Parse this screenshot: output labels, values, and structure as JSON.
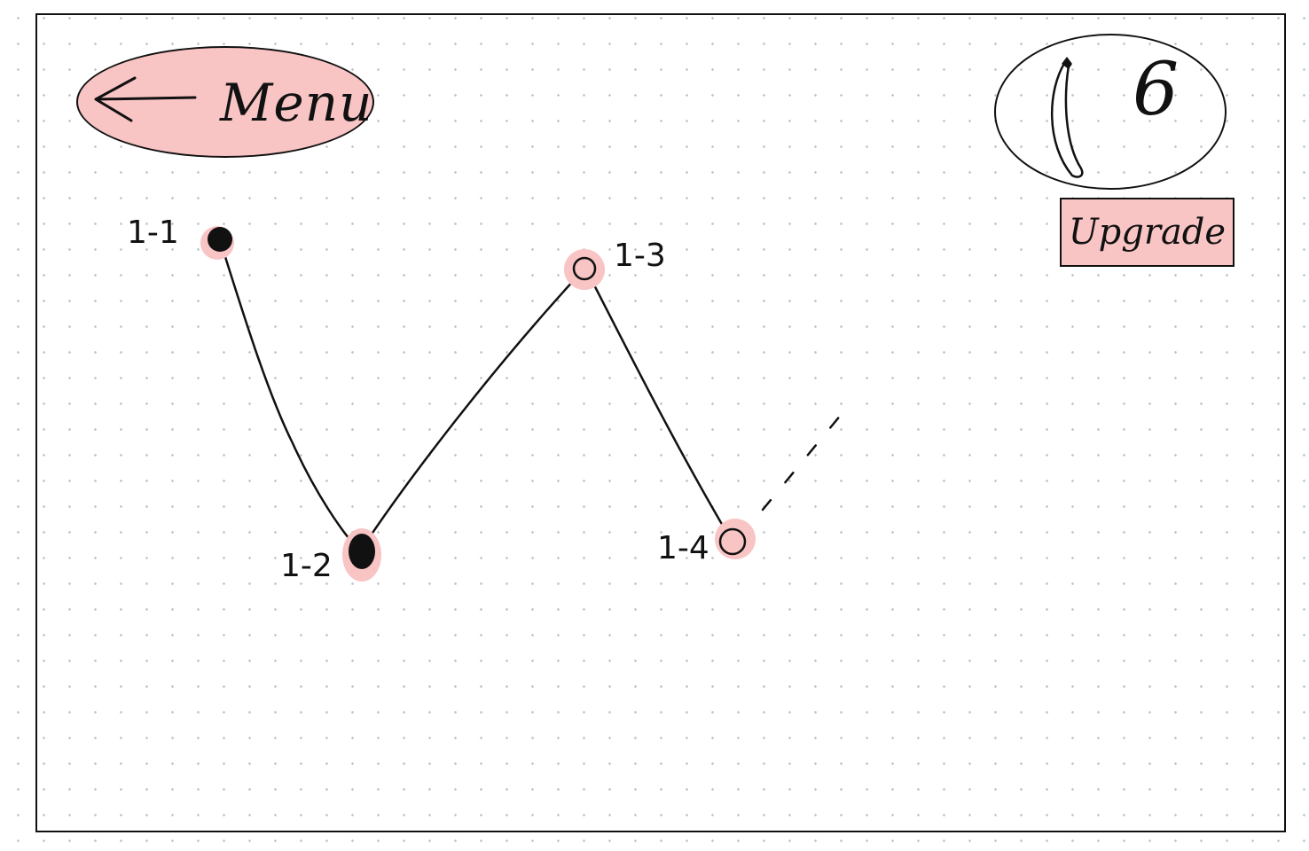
{
  "menu": {
    "label": "Menu",
    "icon": "arrow-left-icon"
  },
  "currency": {
    "icon": "banana-icon",
    "value": "6"
  },
  "upgrade": {
    "label": "Upgrade"
  },
  "levels": [
    {
      "id": "1-1",
      "label": "1-1",
      "status": "completed"
    },
    {
      "id": "1-2",
      "label": "1-2",
      "status": "completed"
    },
    {
      "id": "1-3",
      "label": "1-3",
      "status": "unlocked"
    },
    {
      "id": "1-4",
      "label": "1-4",
      "status": "unlocked"
    }
  ],
  "colors": {
    "highlight": "#f9c4c4",
    "ink": "#111111"
  }
}
